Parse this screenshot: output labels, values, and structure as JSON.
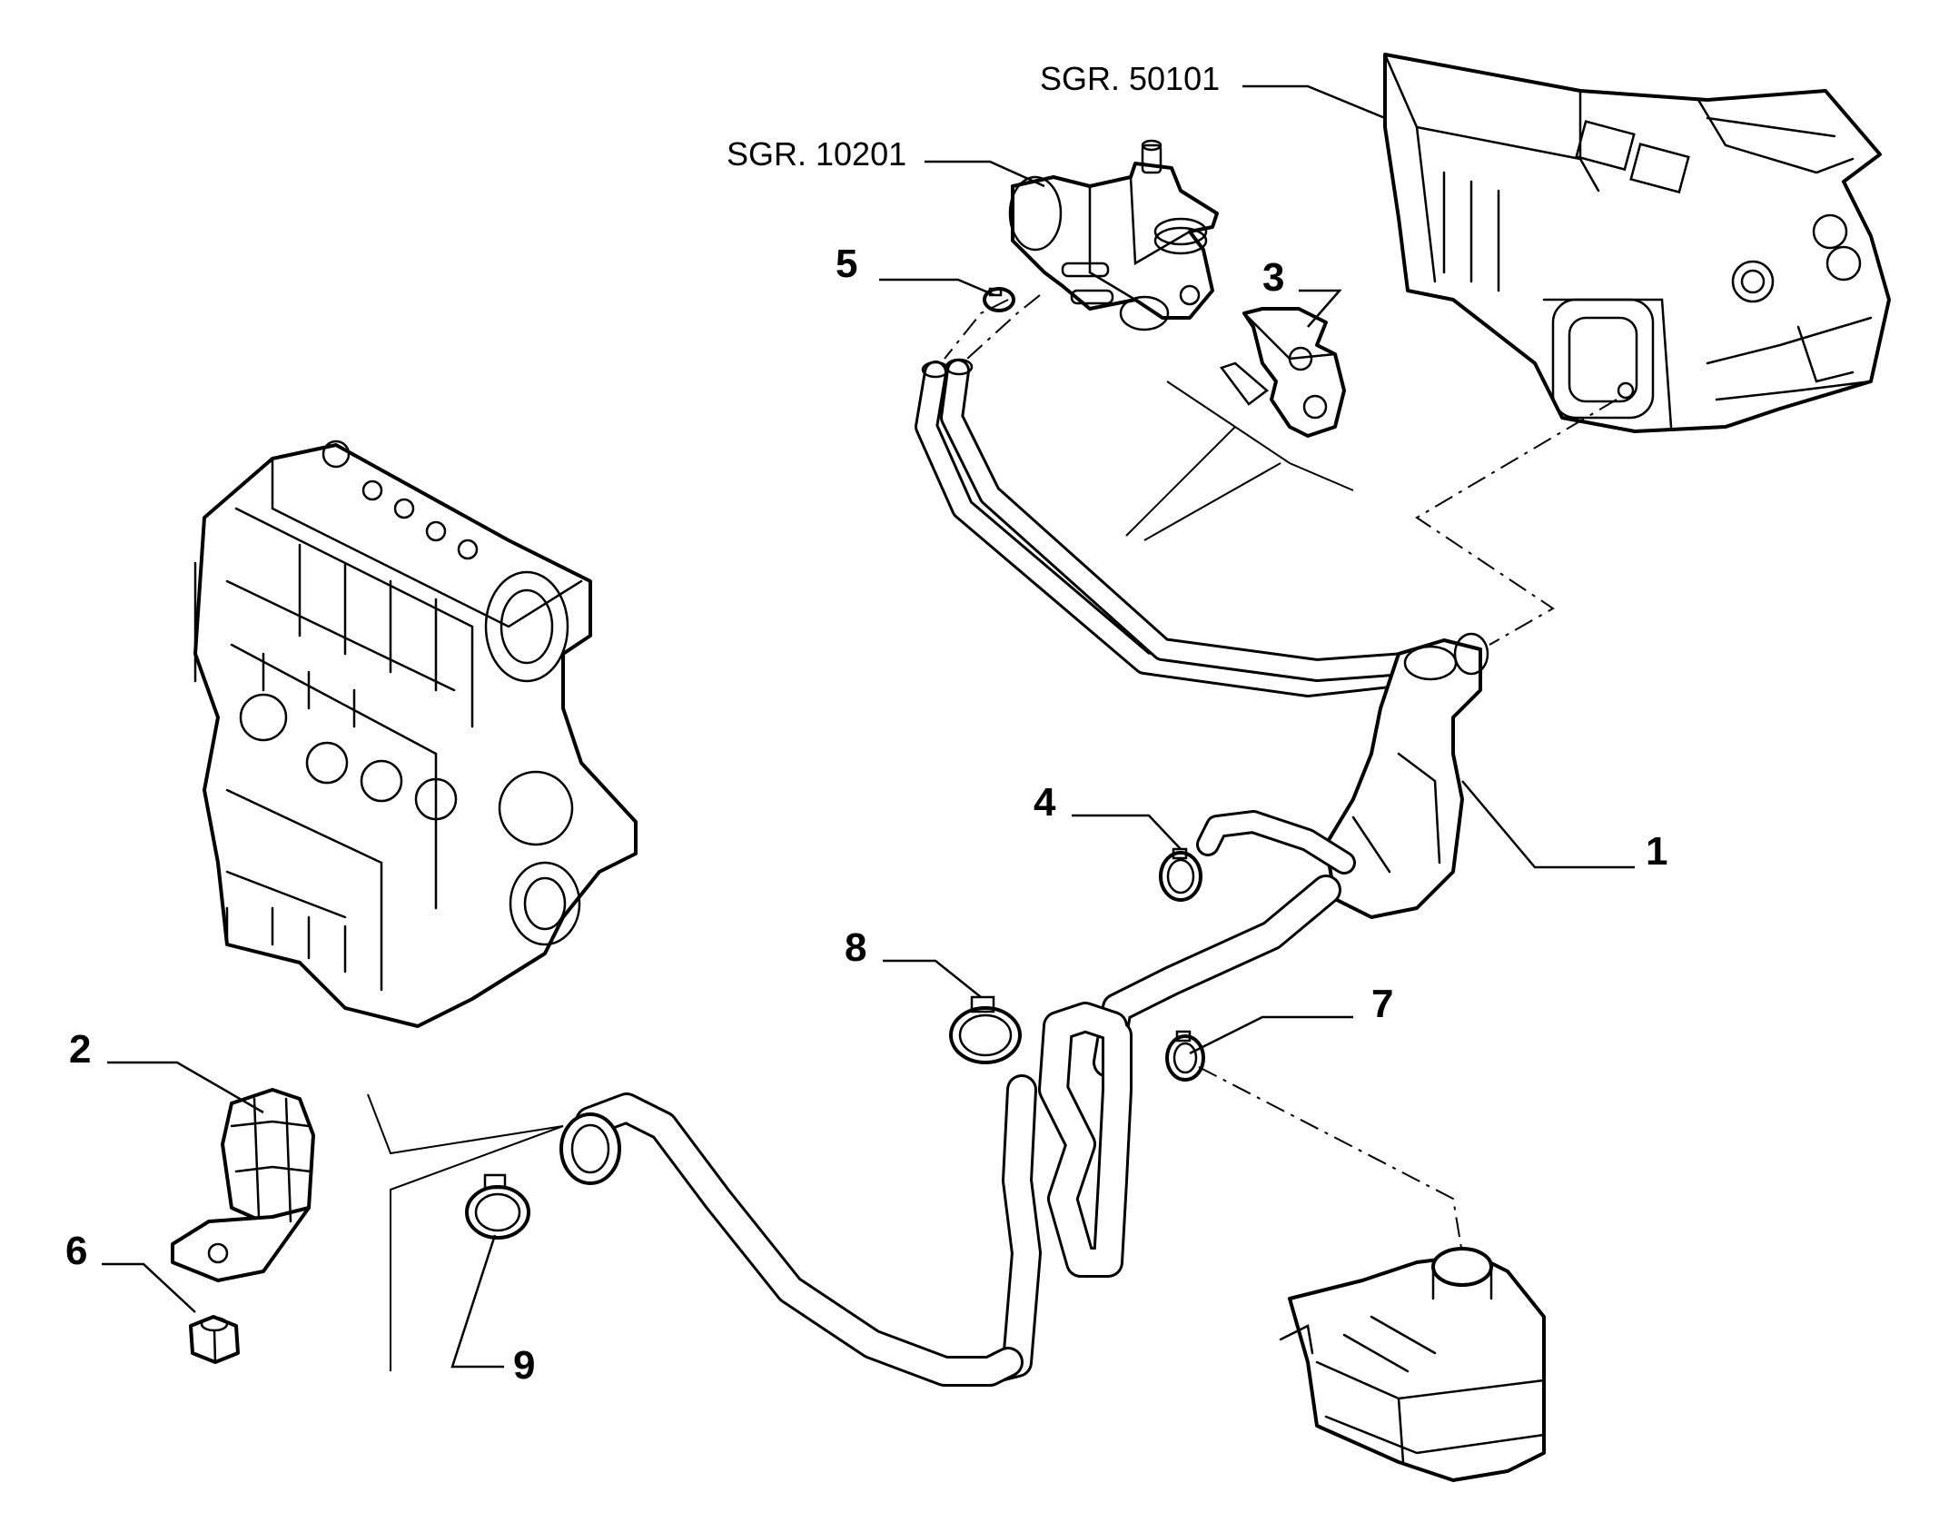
{
  "references": {
    "heater_unit": "SGR. 50101",
    "valve": "SGR. 10201"
  },
  "callouts": {
    "hose_assembly": "1",
    "bracket": "2",
    "connector_bracket": "3",
    "clamp_4": "4",
    "clamp_5": "5",
    "nut": "6",
    "clamp_7": "7",
    "clamp_8": "8",
    "clamp_9": "9"
  }
}
